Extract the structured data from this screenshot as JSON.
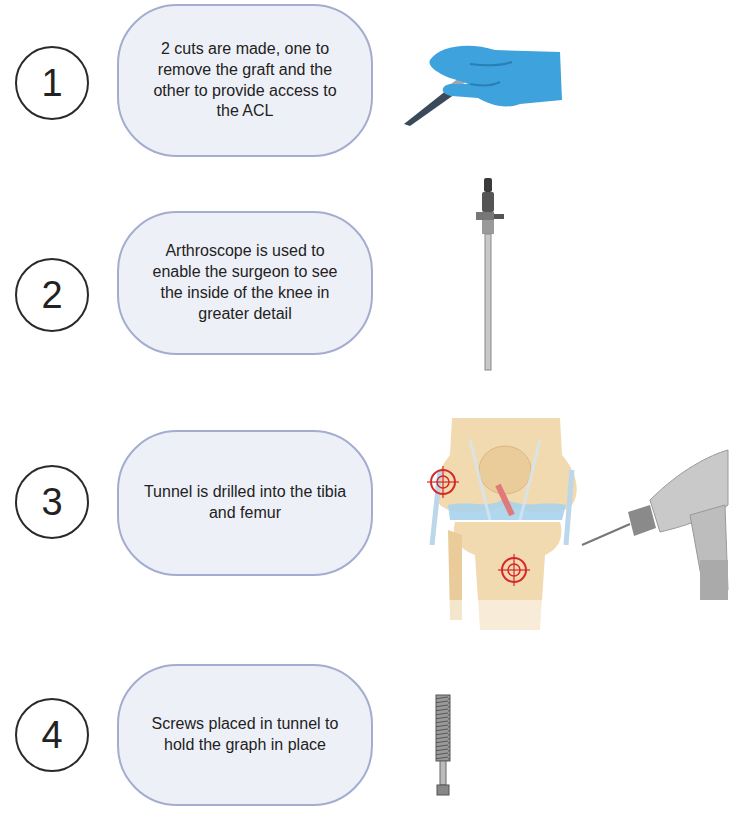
{
  "diagram": {
    "nodes": [
      {
        "text": [
          "1"
        ]
      },
      {
        "text": [
          "2 cuts are made, one to remove the graft and the other to provide access to the ACL"
        ]
      },
      {
        "text": [
          "2"
        ]
      },
      {
        "text": [
          "Arthroscope is used to enable the surgeon to see the inside of the knee in greater detail"
        ]
      },
      {
        "text": [
          "3"
        ]
      },
      {
        "text": [
          "Tunnel is drilled into the tibia and femur"
        ]
      },
      {
        "text": [
          "4"
        ]
      },
      {
        "text": [
          "Screws placed in tunnel to hold the graph in place"
        ]
      }
    ]
  }
}
